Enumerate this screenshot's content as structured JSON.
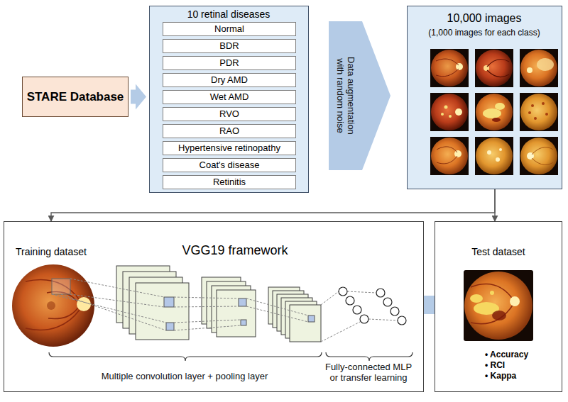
{
  "diagram": {
    "nodes": [
      {
        "text": [
          "STARE Database"
        ]
      },
      {
        "text": [
          "10 retinal diseases"
        ]
      },
      {
        "text": [
          "Normal"
        ],
        "in": 1
      },
      {
        "text": [
          "BDR"
        ],
        "in": 1
      },
      {
        "text": [
          "PDR"
        ],
        "in": 1
      },
      {
        "text": [
          "Dry AMD"
        ],
        "in": 1
      },
      {
        "text": [
          "Wet AMD"
        ],
        "in": 1
      },
      {
        "text": [
          "RVO"
        ],
        "in": 1
      },
      {
        "text": [
          "RAO"
        ],
        "in": 1
      },
      {
        "text": [
          "Hypertensive retinopathy"
        ],
        "in": 1
      },
      {
        "text": [
          "Coat's disease"
        ],
        "in": 1
      },
      {
        "text": [
          "Retinitis"
        ],
        "in": 1
      },
      {
        "text": [
          "10,000 images",
          "(1,000 images for each class)"
        ]
      },
      {
        "text": [
          "Training dataset",
          "VGG19 framework"
        ]
      },
      {
        "text": [
          "Test dataset",
          "• Accuracy",
          "• RCI",
          "• Kappa"
        ]
      }
    ],
    "edges": [
      {
        "from": 0,
        "to": 1,
        "arrow": "to"
      },
      {
        "from": 1,
        "to": 12,
        "label": "Data augmentation with random noise",
        "arrow": "to"
      },
      {
        "from": 12,
        "to": 13,
        "arrow": "to"
      },
      {
        "from": 12,
        "to": 14,
        "arrow": "to"
      },
      {
        "from": 13,
        "to": 14,
        "arrow": "to"
      }
    ],
    "labels": [
      "Multiple convolution layer + pooling layer",
      "Fully-connected MLP or transfer learning"
    ]
  }
}
